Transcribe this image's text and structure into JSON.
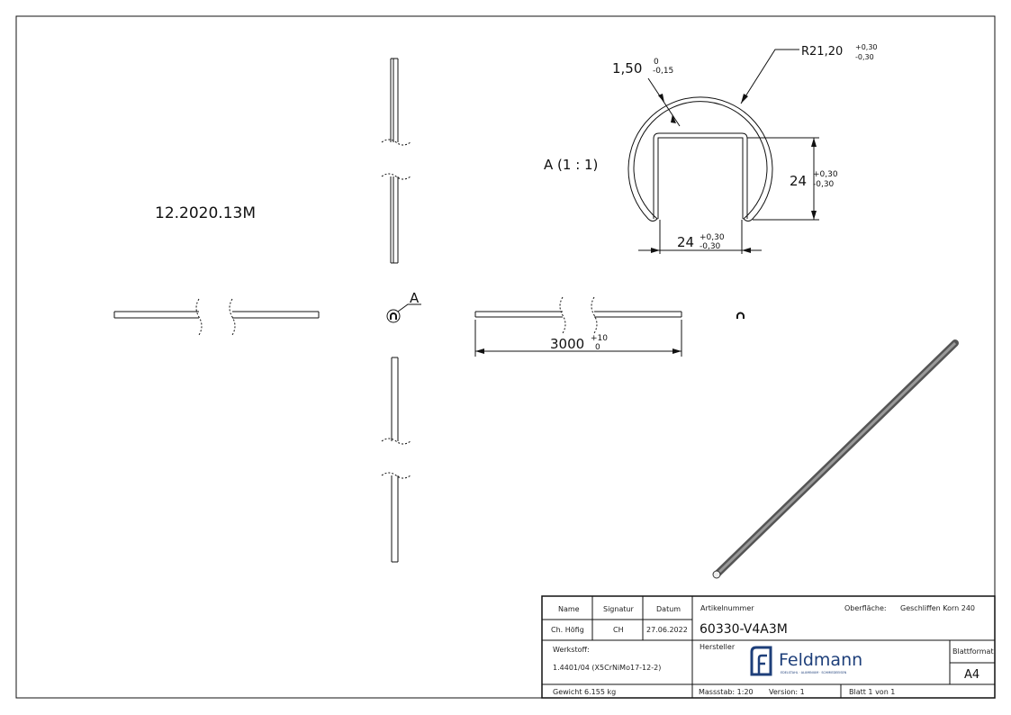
{
  "drawing_id": "12.2020.13M",
  "section_label": "A (1 : 1)",
  "section_marker": "A",
  "dimensions": {
    "wall": {
      "value": "1,50",
      "upper": "0",
      "lower": "-0,15"
    },
    "radius": {
      "value": "R21,20",
      "upper": "+0,30",
      "lower": "-0,30"
    },
    "height": {
      "value": "24",
      "upper": "+0,30",
      "lower": "-0,30"
    },
    "width": {
      "value": "24",
      "upper": "+0,30",
      "lower": "-0,30"
    },
    "length": {
      "value": "3000",
      "upper": "+10",
      "lower": "0"
    }
  },
  "title_block": {
    "name_label": "Name",
    "signature_label": "Signatur",
    "date_label": "Datum",
    "name": "Ch. Höfig",
    "signature": "CH",
    "date": "27.06.2022",
    "article_label": "Artikelnummer",
    "article": "60330-V4A3M",
    "surface_label": "Oberfläche:",
    "surface": "Geschliffen Korn 240",
    "material_label": "Werkstoff:",
    "material": "1.4401/04 (X5CrNiMo17-12-2)",
    "manufacturer_label": "Hersteller",
    "logo_name": "Feldmann",
    "logo_tagline": "EDELSTAHL · ALUMINIUM · SCHMIEDEEISEN",
    "format_label": "Blattformat",
    "format": "A4",
    "weight": "Gewicht 6.155 kg",
    "scale": "Massstab: 1:20",
    "version": "Version: 1",
    "sheet": "Blatt 1 von 1"
  },
  "colors": {
    "logo": "#1e3f7a",
    "line": "#111111"
  }
}
